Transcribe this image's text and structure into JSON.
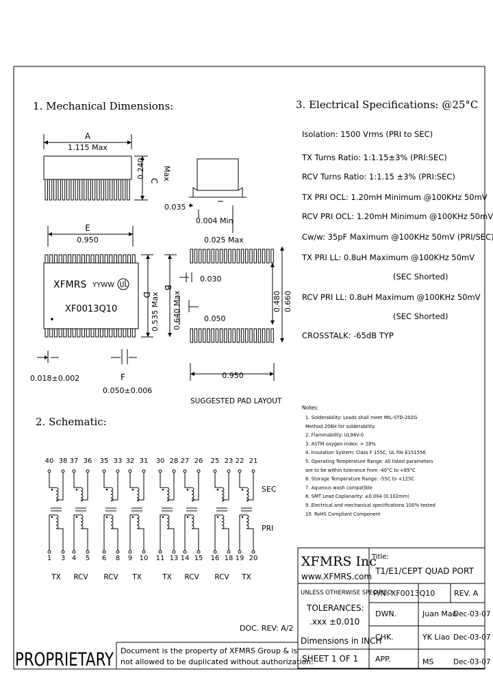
{
  "sections": {
    "mechanical": "1. Mechanical Dimensions:",
    "electrical": "3. Electrical   Specifications: @25°C",
    "schematic": "2. Schematic:"
  },
  "mech": {
    "dim_a_letter": "A",
    "dim_a_value": "1.115 Max",
    "dim_c_letter": "C",
    "dim_c_value": "0.240",
    "dim_c_max": "Max",
    "dim_035": "0.035",
    "dim_004": "0.004 Min",
    "dim_025": "0.025 Max",
    "dim_e_letter": "E",
    "dim_e_value": "0.950",
    "dim_d_letter": "D",
    "dim_d_value": "0.535 Max",
    "dim_b_letter": "B",
    "dim_b_value": "0.640 Max",
    "chip_brand": "XFMRS",
    "chip_date": "YYWW",
    "chip_part": "XF0013Q10",
    "dim_018": "0.018±0.002",
    "dim_f_letter": "F",
    "dim_f_value": "0.050±0.006",
    "pad_030": "0.030",
    "pad_050": "0.050",
    "pad_480": "0.480",
    "pad_660": "0.660",
    "pad_950": "0.950",
    "pad_caption": "SUGGESTED PAD LAYOUT"
  },
  "electrical": {
    "isolation": "Isolation:  1500 Vrms (PRI to SEC)",
    "tx_turns": "TX Turns Ratio: 1:1.15±3% (PRI:SEC)",
    "rcv_turns": "RCV Turns Ratio: 1:1.15 ±3% (PRI:SEC)",
    "tx_ocl": "TX PRI OCL: 1.20mH Minimum @100KHz 50mV",
    "rcv_ocl": "RCV PRI OCL: 1.20mH Minimum @100KHz 50mV",
    "cww": "Cw/w: 35pF Maximum @100KHz 50mV (PRI/SEC)",
    "tx_ll": "TX PRI LL: 0.8uH Maximum @100KHz 50mV",
    "tx_ll_note": "(SEC Shorted)",
    "rcv_ll": "RCV PRI LL: 0.8uH Maximum @100KHz 50mV",
    "rcv_ll_note": "(SEC Shorted)",
    "crosstalk": "CROSSTALK: -65dB TYP"
  },
  "notes": {
    "title": "Notes:",
    "items": [
      "1. Solderability: Leads shall meet MIL-STD-202G",
      "    Method 208H for solderability.",
      "2. Flammability: UL94V-0",
      "3. ASTM oxygen index: > 28%",
      "4. Insulation System: Class F 155C, UL file E151556",
      "5. Operating Temperature Range: All listed parameters",
      "    are to be within tolerance from -40°C to +85°C",
      "6. Storage Temperature Range: -55C to +125C",
      "7. Aqueous wash compatible",
      "8. SMT Lead Coplanarity: ±0.004 (0.102mm)",
      "9. Electrical and mechanical specifications 100% tested",
      "10. RoHS Compliant Component"
    ]
  },
  "schematic": {
    "top_pins": [
      "40",
      "38",
      "37",
      "36",
      "35",
      "33",
      "32",
      "31",
      "30",
      "28",
      "27",
      "26",
      "25",
      "23",
      "22",
      "21"
    ],
    "bottom_pins": [
      "1",
      "3",
      "4",
      "5",
      "6",
      "8",
      "9",
      "10",
      "11",
      "13",
      "14",
      "15",
      "16",
      "18",
      "19",
      "20"
    ],
    "channels": [
      "TX",
      "RCV",
      "RCV",
      "TX",
      "TX",
      "RCV",
      "RCV",
      "TX"
    ],
    "sec_label": "SEC",
    "pri_label": "PRI"
  },
  "title_block": {
    "doc_rev": "DOC. REV: A/2",
    "company": "XFMRS Inc",
    "website": "www.XFMRS.com",
    "title_label": "Title:",
    "title": "T1/E1/CEPT QUAD PORT",
    "unless": "UNLESS OTHERWISE SPECIFIED",
    "pn": "P/N: XF0013Q10",
    "rev": "REV. A",
    "tolerances": "TOLERANCES:",
    "tol_value": ".xxx ±0.010",
    "dims": "Dimensions in INCH",
    "dwn_label": "DWN.",
    "dwn_name": "Juan Mao",
    "dwn_date": "Dec-03-07",
    "chk_label": "CHK.",
    "chk_name": "YK Liao",
    "chk_date": "Dec-03-07",
    "sheet": "SHEET  1  OF  1",
    "app_label": "APP.",
    "app_name": "MS",
    "app_date": "Dec-03-07",
    "proprietary": "PROPRIETARY",
    "prop_line1": "Document is the property of XFMRS Group & is",
    "prop_line2": "not allowed to be duplicated without authorization."
  }
}
